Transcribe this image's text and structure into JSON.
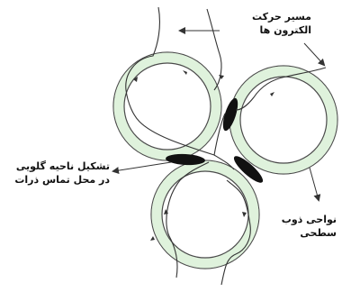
{
  "labels": {
    "electron_path": {
      "line1": "مسیر حرکت",
      "line2": "الکترون ها"
    },
    "glow_region": {
      "line1": "تشکیل ناحیه گلویی",
      "line2": "در محل تماس ذرات"
    },
    "surface_melt": {
      "line1": "نواحی ذوب",
      "line2": "سطحی"
    }
  },
  "colors": {
    "particle_fill": "#dff2dc",
    "particle_stroke": "#4a4a4a",
    "neck": "#111111",
    "line": "#333333"
  }
}
